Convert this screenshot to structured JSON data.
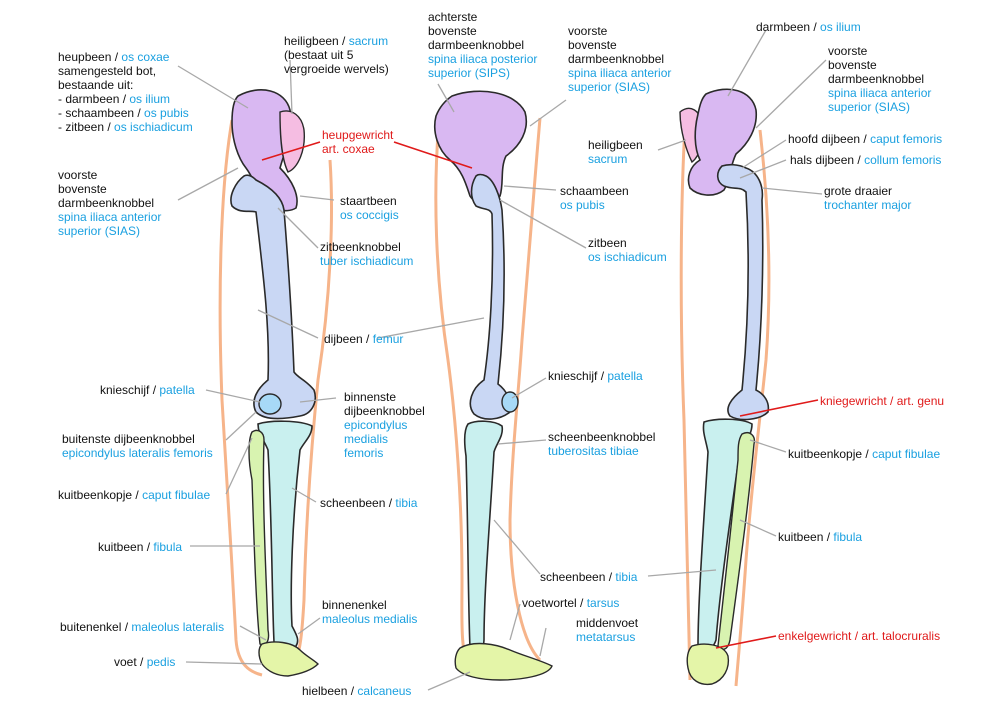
{
  "labels": {
    "os_coxae": {
      "lines": [
        {
          "d": "heupbeen / ",
          "l": "os coxae"
        },
        {
          "d": "samengesteld bot,",
          "l": ""
        },
        {
          "d": "bestaande uit:",
          "l": ""
        },
        {
          "d": "- darmbeen / ",
          "l": "os ilium"
        },
        {
          "d": "- schaambeen / ",
          "l": "os pubis"
        },
        {
          "d": "- zitbeen / ",
          "l": "os ischiadicum"
        }
      ]
    },
    "sias_left": {
      "lines": [
        {
          "d": "voorste",
          "l": ""
        },
        {
          "d": "bovenste",
          "l": ""
        },
        {
          "d": "darmbeenknobbel",
          "l": ""
        },
        {
          "d": "",
          "l": "spina iliaca anterior"
        },
        {
          "d": "",
          "l": "superior (SIAS)"
        }
      ]
    },
    "sacrum": {
      "lines": [
        {
          "d": "heiligbeen / ",
          "l": "sacrum"
        },
        {
          "d": "(bestaat uit 5",
          "l": ""
        },
        {
          "d": "vergroeide wervels)",
          "l": ""
        }
      ]
    },
    "hip_joint": {
      "lines": [
        {
          "d": "heupgewricht",
          "l": ""
        },
        {
          "d": "art. coxae",
          "l": ""
        }
      ]
    },
    "coccyx": {
      "lines": [
        {
          "d": "staartbeen",
          "l": ""
        },
        {
          "d": "",
          "l": "os coccigis"
        }
      ]
    },
    "tuber": {
      "lines": [
        {
          "d": "zitbeenknobbel",
          "l": ""
        },
        {
          "d": "",
          "l": "tuber ischiadicum"
        }
      ]
    },
    "femur": {
      "lines": [
        {
          "d": "dijbeen / ",
          "l": "femur"
        }
      ]
    },
    "patella_left": {
      "lines": [
        {
          "d": "knieschijf / ",
          "l": "patella"
        }
      ]
    },
    "epi_medialis": {
      "lines": [
        {
          "d": "binnenste",
          "l": ""
        },
        {
          "d": "dijbeenknobbel",
          "l": ""
        },
        {
          "d": "",
          "l": "epicondylus"
        },
        {
          "d": "",
          "l": "medialis"
        },
        {
          "d": "",
          "l": "femoris"
        }
      ]
    },
    "epi_lateralis": {
      "lines": [
        {
          "d": "buitenste dijbeenknobbel",
          "l": ""
        },
        {
          "d": "",
          "l": "epicondylus lateralis femoris"
        }
      ]
    },
    "caput_left": {
      "lines": [
        {
          "d": "kuitbeenkopje / ",
          "l": "caput fibulae"
        }
      ]
    },
    "tibia_left": {
      "lines": [
        {
          "d": "scheenbeen / ",
          "l": "tibia"
        }
      ]
    },
    "fibula_left": {
      "lines": [
        {
          "d": "kuitbeen / ",
          "l": "fibula"
        }
      ]
    },
    "mal_medialis": {
      "lines": [
        {
          "d": "binnenenkel",
          "l": ""
        },
        {
          "d": "",
          "l": "maleolus medialis"
        }
      ]
    },
    "mal_lateralis": {
      "lines": [
        {
          "d": "buitenenkel / ",
          "l": "maleolus lateralis"
        }
      ]
    },
    "pedis": {
      "lines": [
        {
          "d": "voet / ",
          "l": "pedis"
        }
      ]
    },
    "calcaneus": {
      "lines": [
        {
          "d": "hielbeen / ",
          "l": "calcaneus"
        }
      ]
    },
    "sips": {
      "lines": [
        {
          "d": "achterste",
          "l": ""
        },
        {
          "d": "bovenste",
          "l": ""
        },
        {
          "d": "darmbeenknobbel",
          "l": ""
        },
        {
          "d": "",
          "l": "spina iliaca posterior"
        },
        {
          "d": "",
          "l": "superior (SIPS)"
        }
      ]
    },
    "sias_mid": {
      "lines": [
        {
          "d": "voorste",
          "l": ""
        },
        {
          "d": "bovenste",
          "l": ""
        },
        {
          "d": "darmbeenknobbel",
          "l": ""
        },
        {
          "d": "",
          "l": "spina iliaca anterior"
        },
        {
          "d": "",
          "l": "superior (SIAS)"
        }
      ]
    },
    "sacrum_mid": {
      "lines": [
        {
          "d": "heiligbeen",
          "l": ""
        },
        {
          "d": "",
          "l": "sacrum"
        }
      ]
    },
    "pubis": {
      "lines": [
        {
          "d": "schaambeen",
          "l": ""
        },
        {
          "d": "",
          "l": "os pubis"
        }
      ]
    },
    "ischium": {
      "lines": [
        {
          "d": "zitbeen",
          "l": ""
        },
        {
          "d": "",
          "l": "os ischiadicum"
        }
      ]
    },
    "patella_mid": {
      "lines": [
        {
          "d": "knieschijf / ",
          "l": "patella"
        }
      ]
    },
    "tuberositas": {
      "lines": [
        {
          "d": "scheenbeenknobbel",
          "l": ""
        },
        {
          "d": "",
          "l": "tuberositas tibiae"
        }
      ]
    },
    "tibia_mid": {
      "lines": [
        {
          "d": "scheenbeen / ",
          "l": "tibia"
        }
      ]
    },
    "tarsus": {
      "lines": [
        {
          "d": "voetwortel / ",
          "l": "tarsus"
        }
      ]
    },
    "metatarsus": {
      "lines": [
        {
          "d": "middenvoet",
          "l": ""
        },
        {
          "d": "",
          "l": "metatarsus"
        }
      ]
    },
    "ilium_right": {
      "lines": [
        {
          "d": "darmbeen / ",
          "l": "os ilium"
        }
      ]
    },
    "sias_right": {
      "lines": [
        {
          "d": "voorste",
          "l": ""
        },
        {
          "d": "bovenste",
          "l": ""
        },
        {
          "d": "darmbeenknobbel",
          "l": ""
        },
        {
          "d": "",
          "l": "spina iliaca anterior"
        },
        {
          "d": "",
          "l": "superior (SIAS)"
        }
      ]
    },
    "caput_femoris": {
      "lines": [
        {
          "d": "hoofd dijbeen / ",
          "l": "caput femoris"
        }
      ]
    },
    "collum": {
      "lines": [
        {
          "d": "hals dijbeen / ",
          "l": "collum femoris"
        }
      ]
    },
    "trochanter": {
      "lines": [
        {
          "d": "grote draaier",
          "l": ""
        },
        {
          "d": "",
          "l": "trochanter major"
        }
      ]
    },
    "knee_joint": {
      "lines": [
        {
          "d": "kniegewricht / art. genu",
          "l": ""
        }
      ]
    },
    "caput_right": {
      "lines": [
        {
          "d": "kuitbeenkopje / ",
          "l": "caput fibulae"
        }
      ]
    },
    "fibula_right": {
      "lines": [
        {
          "d": "kuitbeen / ",
          "l": "fibula"
        }
      ]
    },
    "ankle_joint": {
      "lines": [
        {
          "d": "enkelgewricht / art. talocruralis",
          "l": ""
        }
      ]
    }
  },
  "colors": {
    "latin_text": "#1aa0e0",
    "joint_text": "#e01a1a",
    "femur": "#c9d7f4",
    "pelvis": "#d9b8f2",
    "sacrum": "#f5bde2",
    "tibia": "#c9f0ef",
    "fibula": "#d8f3b0",
    "foot": "#e4f5a8",
    "patella": "#a7d9f7",
    "skin_outline": "#f6b48a"
  }
}
